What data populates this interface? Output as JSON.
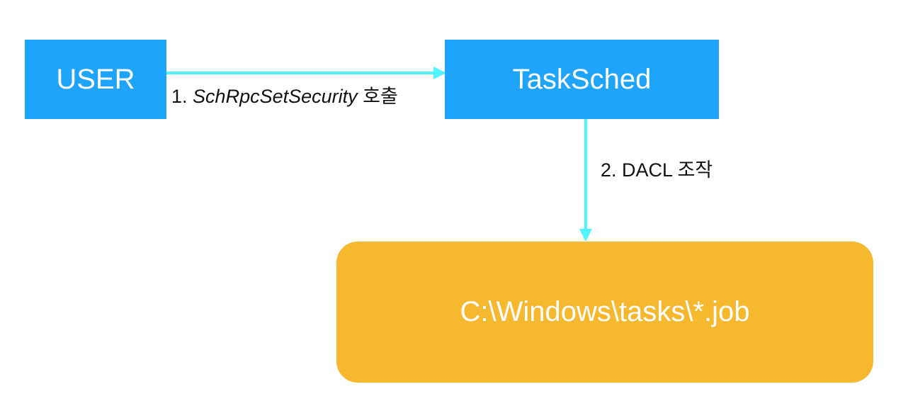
{
  "nodes": {
    "user": {
      "label": "USER"
    },
    "tasksched": {
      "label": "TaskSched"
    },
    "job_files": {
      "label": "C:\\Windows\\tasks\\*.job"
    }
  },
  "edges": [
    {
      "from": "user",
      "to": "tasksched",
      "step": "1.",
      "api": "SchRpcSetSecurity",
      "action": "호출"
    },
    {
      "from": "tasksched",
      "to": "job_files",
      "label": "2. DACL 조작"
    }
  ],
  "colors": {
    "process_box": "#1fa4fb",
    "file_box": "#f5b82f",
    "arrow": "#4ff4ff",
    "box_text": "#ffffff",
    "label_text": "#111111"
  }
}
